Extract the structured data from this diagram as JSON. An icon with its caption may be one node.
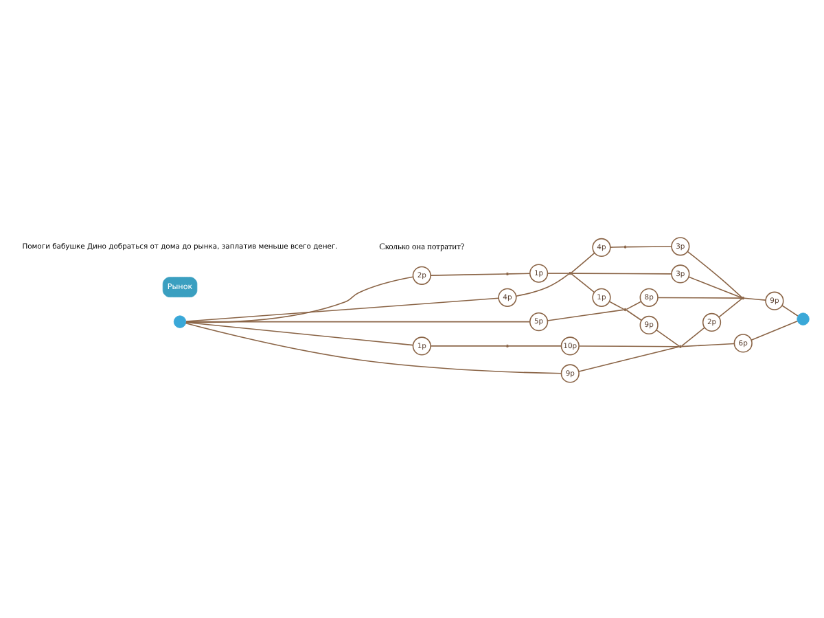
{
  "diagram": {
    "nodes": [
      {
        "text": [
          "1р"
        ]
      },
      {
        "text": [
          "4р"
        ]
      },
      {
        "text": [
          "2р"
        ]
      },
      {
        "text": [
          "4р"
        ]
      },
      {
        "text": [
          "1р"
        ]
      },
      {
        "text": [
          "3р"
        ]
      },
      {
        "text": [
          "3р"
        ]
      },
      {
        "text": [],
        "shape": "circle"
      },
      {
        "text": [
          "5р"
        ]
      },
      {
        "text": [
          "8р"
        ]
      },
      {
        "text": [
          "Рынок"
        ]
      },
      {
        "text": [
          "1р"
        ]
      },
      {
        "text": [
          "9р"
        ]
      },
      {
        "text": [
          "9р"
        ]
      },
      {
        "text": [
          "2р"
        ]
      },
      {
        "text": [
          "9р"
        ]
      },
      {
        "text": [
          "10р"
        ]
      },
      {
        "text": [
          "6р"
        ]
      },
      {
        "text": [],
        "shape": "circle"
      },
      {
        "text": [],
        "shape": "point"
      },
      {
        "text": [],
        "shape": "point"
      },
      {
        "text": [],
        "shape": "point"
      },
      {
        "text": [],
        "shape": "point"
      },
      {
        "text": [],
        "shape": "point"
      },
      {
        "text": [],
        "shape": "point"
      },
      {
        "text": [],
        "shape": "point"
      }
    ],
    "edges": [
      {
        "from": 7,
        "to": 2,
        "arrow": "none"
      },
      {
        "from": 2,
        "to": 19,
        "arrow": "none"
      },
      {
        "from": 19,
        "to": 0,
        "arrow": "none"
      },
      {
        "from": 0,
        "to": 20,
        "arrow": "none"
      },
      {
        "from": 7,
        "to": 3,
        "arrow": "none"
      },
      {
        "from": 3,
        "to": 20,
        "arrow": "none"
      },
      {
        "from": 20,
        "to": 4,
        "arrow": "none"
      },
      {
        "from": 4,
        "to": 22,
        "arrow": "none"
      },
      {
        "from": 7,
        "to": 8,
        "arrow": "none"
      },
      {
        "from": 8,
        "to": 22,
        "arrow": "none"
      },
      {
        "from": 22,
        "to": 9,
        "arrow": "none"
      },
      {
        "from": 9,
        "to": 23,
        "arrow": "none"
      },
      {
        "from": 7,
        "to": 12,
        "arrow": "none"
      },
      {
        "from": 12,
        "to": 25,
        "arrow": "none"
      },
      {
        "from": 22,
        "to": 13,
        "arrow": "none"
      },
      {
        "from": 13,
        "to": 25,
        "arrow": "none"
      },
      {
        "from": 7,
        "to": 11,
        "arrow": "none"
      },
      {
        "from": 11,
        "to": 24,
        "arrow": "none"
      },
      {
        "from": 24,
        "to": 16,
        "arrow": "none"
      },
      {
        "from": 16,
        "to": 25,
        "arrow": "none"
      },
      {
        "from": 20,
        "to": 1,
        "arrow": "none"
      },
      {
        "from": 1,
        "to": 21,
        "arrow": "none"
      },
      {
        "from": 20,
        "to": 5,
        "arrow": "none"
      },
      {
        "from": 5,
        "to": 23,
        "arrow": "none"
      },
      {
        "from": 21,
        "to": 6,
        "arrow": "none"
      },
      {
        "from": 6,
        "to": 23,
        "arrow": "none"
      },
      {
        "from": 25,
        "to": 14,
        "arrow": "none"
      },
      {
        "from": 14,
        "to": 23,
        "arrow": "none"
      },
      {
        "from": 23,
        "to": 15,
        "arrow": "none"
      },
      {
        "from": 15,
        "to": 18,
        "arrow": "none"
      },
      {
        "from": 25,
        "to": 17,
        "arrow": "none"
      },
      {
        "from": 17,
        "to": 18,
        "arrow": "none"
      }
    ],
    "labels": [
      "Помоги бабушке Дино добраться от дома до рынка, заплатив меньше всего денег.",
      "Сколько она потратит?"
    ]
  }
}
